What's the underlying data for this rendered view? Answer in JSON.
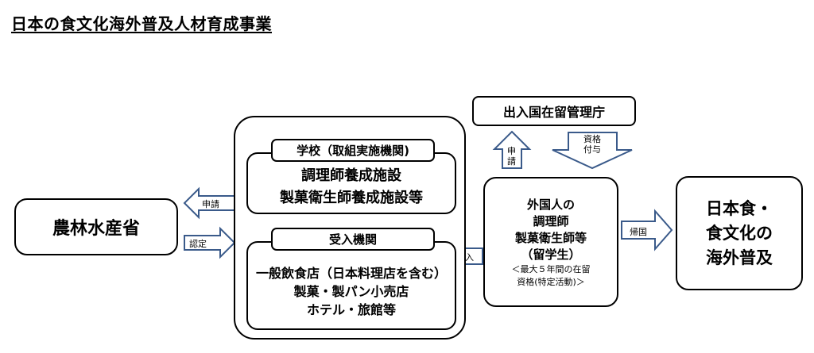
{
  "title": "日本の食文化海外普及人材育成事業",
  "ministry": {
    "label": "農林水産省"
  },
  "school": {
    "label": "学校（取組実施機関)",
    "lines": [
      "調理師養成施設",
      "製菓衛生師養成施設等"
    ]
  },
  "host": {
    "label": "受入機関",
    "lines": [
      "一般飲食店（日本料理店を含む）",
      "製菓・製パン小売店",
      "ホテル・旅館等"
    ]
  },
  "immigration": {
    "label": "出入国在留管理庁"
  },
  "foreign": {
    "lines": [
      "外国人の",
      "調理師",
      "製菓衛生師等",
      "（留学生）"
    ],
    "sub": [
      "＜最大５年間の在留",
      "資格(特定活動)＞"
    ]
  },
  "goal": {
    "lines": [
      "日本食・",
      "食文化の",
      "海外普及"
    ]
  },
  "arrows": {
    "apply_ministry": "申請",
    "certify": "認定",
    "apply_immigration": [
      "申",
      "請"
    ],
    "grant": [
      "資格",
      "付与"
    ],
    "accept": "受入",
    "return_home": "帰国"
  },
  "colors": {
    "arrow_fill": "#ffffff",
    "arrow_stroke": "#3a5a8a",
    "border": "#000000"
  }
}
